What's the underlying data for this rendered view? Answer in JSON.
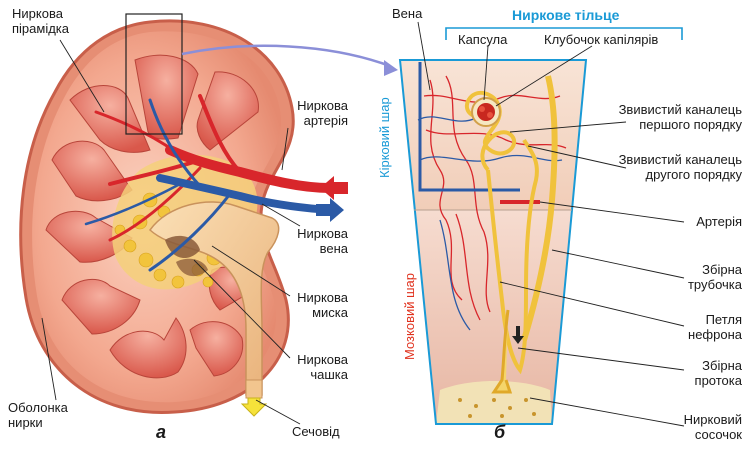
{
  "panel_labels": {
    "a": "а",
    "b": "б"
  },
  "kidney_labels": {
    "pyramid": [
      "Ниркова",
      "пірамідка"
    ],
    "artery": [
      "Ниркова",
      "артерія"
    ],
    "vein": [
      "Ниркова",
      "вена"
    ],
    "pelvis": [
      "Ниркова",
      "миска"
    ],
    "calyx": [
      "Ниркова",
      "чашка"
    ],
    "capsule": [
      "Оболонка",
      "нирки"
    ],
    "ureter": "Сечовід"
  },
  "nephron_labels": {
    "vein": "Вена",
    "renal_corpuscle": "Ниркове тільце",
    "capsule": "Капсула",
    "glomerulus": "Клубочок капілярів",
    "proximal_tubule": [
      "Звивистий каналець",
      "першого порядку"
    ],
    "distal_tubule": [
      "Звивистий каналець",
      "другого порядку"
    ],
    "artery": "Артерія",
    "collecting_tubule": [
      "Збірна",
      "трубочка"
    ],
    "loop": [
      "Петля",
      "нефрона"
    ],
    "collecting_duct": [
      "Збірна",
      "протока"
    ],
    "papilla": [
      "Нирковий",
      "сосочок"
    ]
  },
  "layer_labels": {
    "cortex": "Кірковий шар",
    "medulla": "Мозковий шар"
  },
  "colors": {
    "heading": "#1a9ad6",
    "cortex_layer": "#1a9ad6",
    "medulla_layer": "#e0321e",
    "kidney_cortex": "#f3a88f",
    "artery": "#d8262b",
    "vein": "#2b5aa6",
    "pelvis": "#f2c58e"
  }
}
